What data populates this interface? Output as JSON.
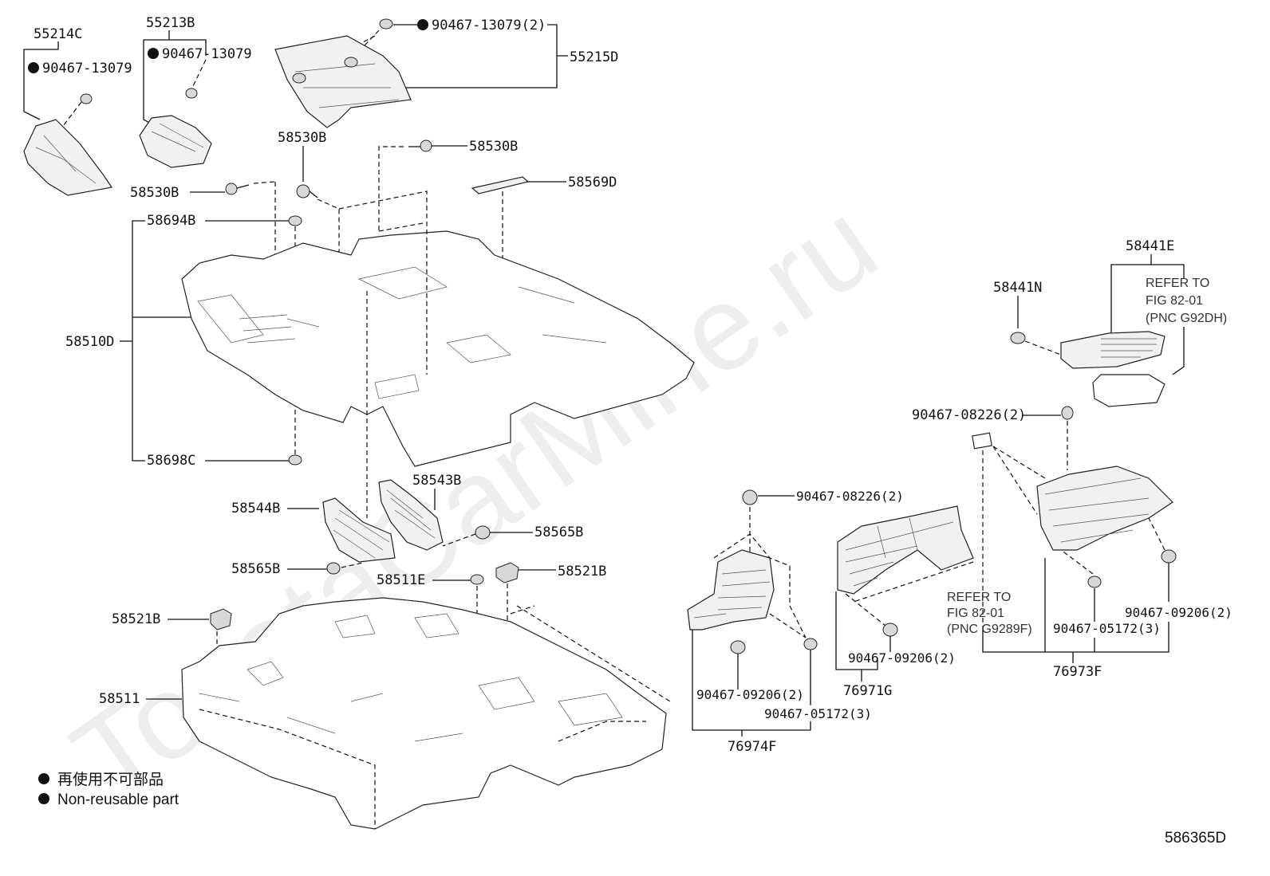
{
  "watermark": "ToyotaCarMine.ru",
  "legend": {
    "jp": "再使用不可部品",
    "en": "Non-reusable part"
  },
  "figure_ref": "586365D",
  "labels": {
    "p55214C": "55214C",
    "p55213B": "55213B",
    "c9046713079_a": "90467-13079",
    "c9046713079_b": "90467-13079",
    "c9046713079_2": "90467-13079(2)",
    "p55215D": "55215D",
    "p58530B_1": "58530B",
    "p58530B_2": "58530B",
    "p58530B_3": "58530B",
    "p58569D": "58569D",
    "p58694B": "58694B",
    "p58510D": "58510D",
    "p58698C": "58698C",
    "p58543B": "58543B",
    "p58544B": "58544B",
    "p58565B_1": "58565B",
    "p58565B_2": "58565B",
    "p58511E": "58511E",
    "p58521B_1": "58521B",
    "p58521B_2": "58521B",
    "p58511": "58511",
    "p58441E": "58441E",
    "p58441N": "58441N",
    "ref1_l1": "REFER TO",
    "ref1_l2": "FIG 82-01",
    "ref1_l3": "(PNC G92DH)",
    "c9046708226_a": "90467-08226(2)",
    "c9046708226_b": "90467-08226(2)",
    "ref2_l1": "REFER TO",
    "ref2_l2": "FIG 82-01",
    "ref2_l3": "(PNC G9289F)",
    "c9046709206_a": "90467-09206(2)",
    "c9046709206_b": "90467-09206(2)",
    "c9046709206_c": "90467-09206(2)",
    "c9046705172_a": "90467-05172(3)",
    "c9046705172_b": "90467-05172(3)",
    "p76971G": "76971G",
    "p76973F": "76973F",
    "p76974F": "76974F"
  }
}
